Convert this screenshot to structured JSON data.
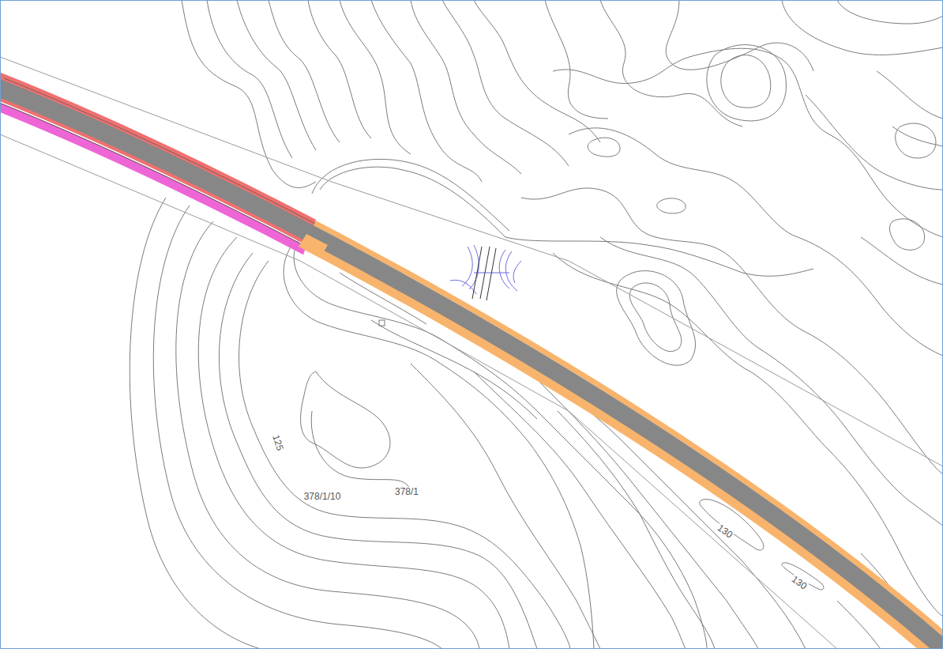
{
  "diagram": {
    "labels": [
      "125",
      "378/1/10",
      "378/1",
      "130",
      "130"
    ]
  }
}
